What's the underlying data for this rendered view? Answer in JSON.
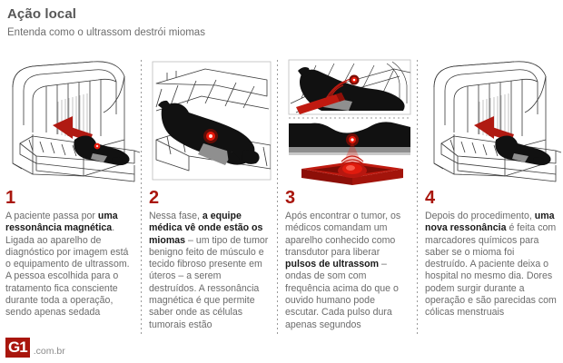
{
  "header": {
    "title": "Ação local",
    "subtitle": "Entenda como o ultrassom destrói miomas"
  },
  "colors": {
    "accent_red": "#A9160D",
    "arrow_red": "#B01A12",
    "transducer_red": "#C01A10",
    "title_gray": "#575757",
    "body_gray": "#6b6b6b",
    "bold_text": "#1a1a1a",
    "divider_gray": "#9a9a9a",
    "silhouette": "#111111",
    "tumor_dot": "#E8190B"
  },
  "steps": [
    {
      "number": "1",
      "art_name": "mri-scanner-with-patient",
      "text_runs": [
        {
          "t": "A paciente passa por ",
          "b": false
        },
        {
          "t": "uma ressonância magnética",
          "b": true
        },
        {
          "t": ". Ligada ao aparelho de diagnóstico por imagem está o equipamento de ultrassom. A pessoa escolhida para o tratamento fica consciente durante toda a operação, sendo apenas sedada",
          "b": false
        }
      ]
    },
    {
      "number": "2",
      "art_name": "patient-closeup-with-tumor-marker",
      "text_runs": [
        {
          "t": "Nessa fase, ",
          "b": false
        },
        {
          "t": "a equipe médica vê onde estão os miomas",
          "b": true
        },
        {
          "t": " – um tipo de tumor benigno feito de músculo e tecido fibroso presente em úteros – a serem destruídos. A ressonância magnética é que permite saber onde as células tumorais estão",
          "b": false
        }
      ]
    },
    {
      "number": "3",
      "art_name": "transducer-emitting-ultrasound-waves",
      "text_runs": [
        {
          "t": "Após encontrar o tumor, os médicos comandam um aparelho conhecido como transdutor para liberar ",
          "b": false
        },
        {
          "t": "pulsos de ultrassom",
          "b": true
        },
        {
          "t": " – ondas de som com frequência acima do que o ouvido humano pode escutar. Cada pulso dura apenas segundos",
          "b": false
        }
      ]
    },
    {
      "number": "4",
      "art_name": "mri-scanner-followup-scan",
      "text_runs": [
        {
          "t": "Depois do procedimento, ",
          "b": false
        },
        {
          "t": "uma nova ressonância",
          "b": true
        },
        {
          "t": " é feita com marcadores químicos para saber se o mioma foi destruído. A paciente deixa o hospital no mesmo dia. Dores podem surgir durante a operação e são parecidas com cólicas menstruais",
          "b": false
        }
      ]
    }
  ],
  "footer": {
    "logo_mark": "G1",
    "domain": ".com.br"
  }
}
